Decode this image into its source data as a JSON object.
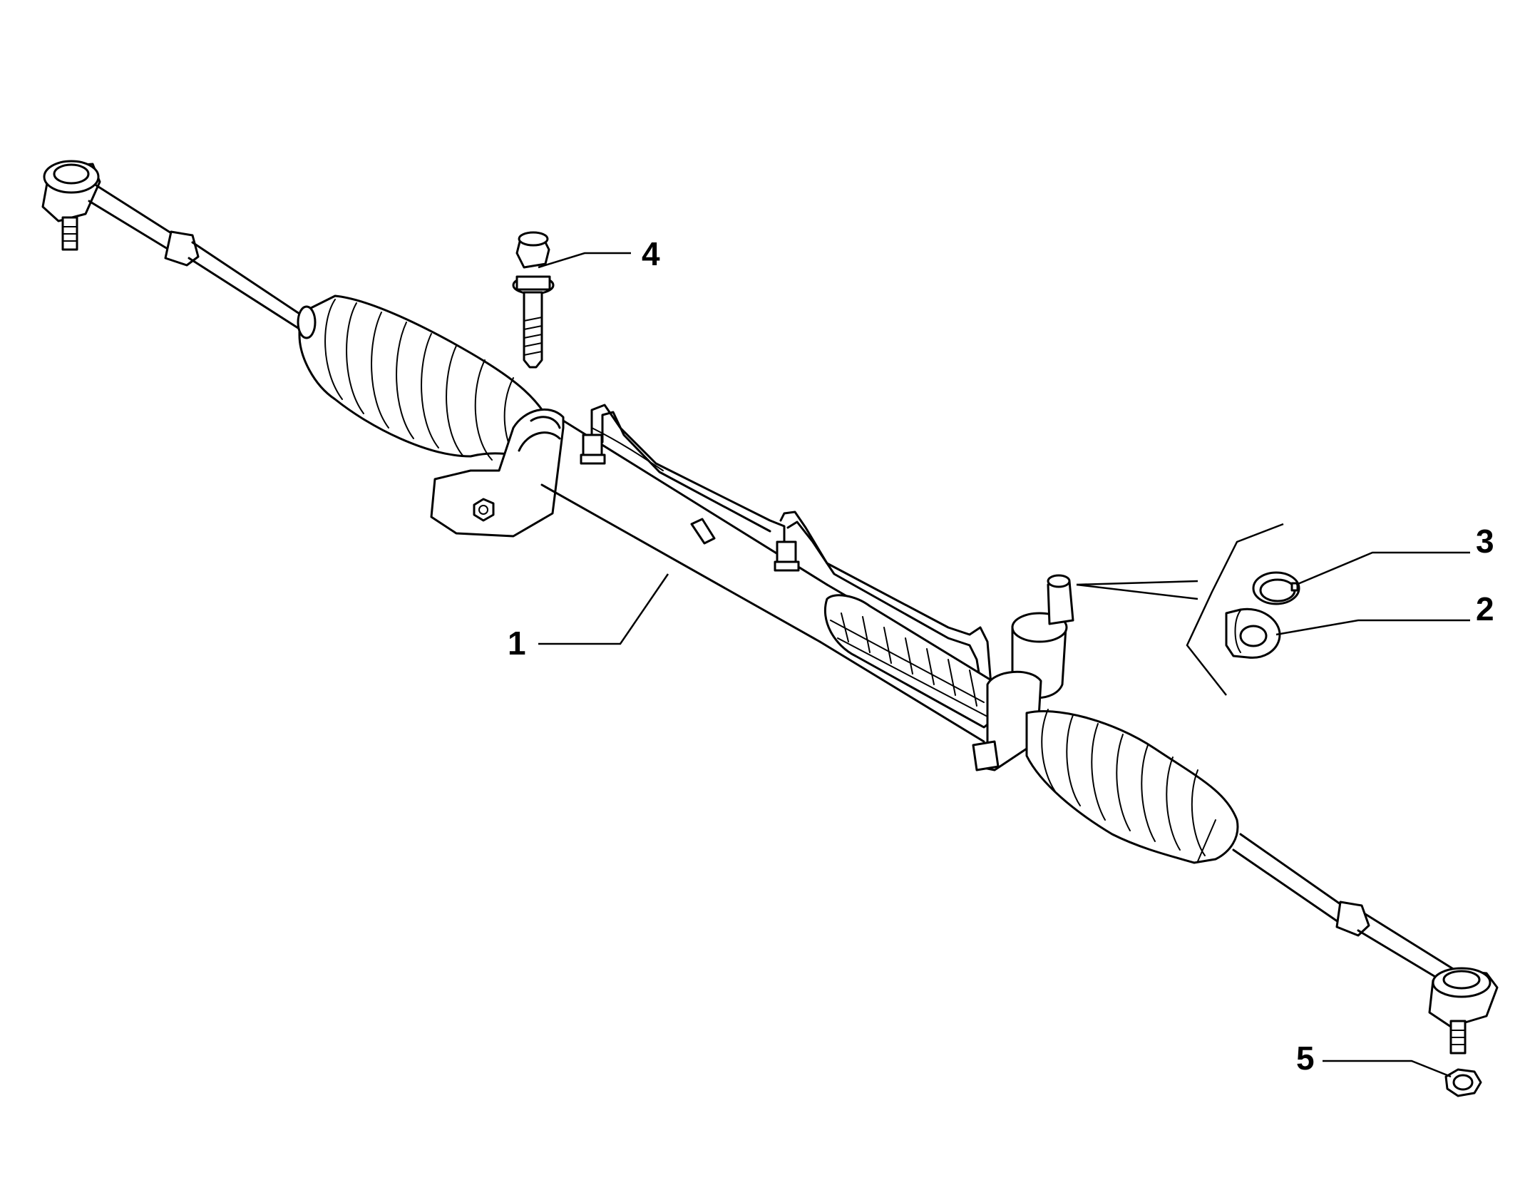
{
  "callouts": [
    {
      "id": "1",
      "text": "1"
    },
    {
      "id": "2",
      "text": "2"
    },
    {
      "id": "3",
      "text": "3"
    },
    {
      "id": "4",
      "text": "4"
    },
    {
      "id": "5",
      "text": "5"
    }
  ]
}
